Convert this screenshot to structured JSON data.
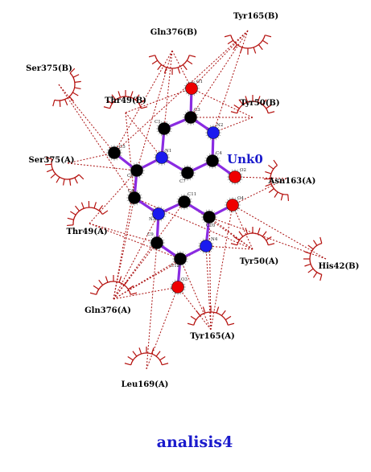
{
  "ligand": {
    "name": "Unk0",
    "atoms": [
      {
        "id": "O1",
        "label": "O1",
        "element": "O"
      },
      {
        "id": "C3",
        "label": "C3",
        "element": "C"
      },
      {
        "id": "C1",
        "label": "C1",
        "element": "C"
      },
      {
        "id": "N2",
        "label": "N2",
        "element": "N"
      },
      {
        "id": "N1",
        "label": "N1",
        "element": "N"
      },
      {
        "id": "C4",
        "label": "C4",
        "element": "C"
      },
      {
        "id": "C5",
        "label": "C5",
        "element": "C"
      },
      {
        "id": "C6",
        "label": "C6",
        "element": "C"
      },
      {
        "id": "O2",
        "label": "O2",
        "element": "O"
      },
      {
        "id": "C7",
        "label": "C7",
        "element": "C"
      },
      {
        "id": "C8",
        "label": "C8",
        "element": "C"
      },
      {
        "id": "C11",
        "label": "C11",
        "element": "C"
      },
      {
        "id": "O4",
        "label": "O4",
        "element": "O"
      },
      {
        "id": "N3",
        "label": "N3",
        "element": "N"
      },
      {
        "id": "C10",
        "label": "C10",
        "element": "C"
      },
      {
        "id": "C9",
        "label": "C9",
        "element": "C"
      },
      {
        "id": "N4",
        "label": "N4",
        "element": "N"
      },
      {
        "id": "C12",
        "label": "C12",
        "element": "C"
      },
      {
        "id": "O3",
        "label": "O3",
        "element": "O"
      }
    ]
  },
  "residues": [
    {
      "id": "tyr165b",
      "label": "Tyr165(B)"
    },
    {
      "id": "gln376b",
      "label": "Gln376(B)"
    },
    {
      "id": "ser375b",
      "label": "Ser375(B)"
    },
    {
      "id": "thr49b",
      "label": "Thr49(B)"
    },
    {
      "id": "tyr50b",
      "label": "Tyr50(B)"
    },
    {
      "id": "ser375a",
      "label": "Ser375(A)"
    },
    {
      "id": "asn163a",
      "label": "Asn163(A)"
    },
    {
      "id": "thr49a",
      "label": "Thr49(A)"
    },
    {
      "id": "tyr50a",
      "label": "Tyr50(A)"
    },
    {
      "id": "his42b",
      "label": "His42(B)"
    },
    {
      "id": "gln376a",
      "label": "Gln376(A)"
    },
    {
      "id": "tyr165a",
      "label": "Tyr165(A)"
    },
    {
      "id": "leu169a",
      "label": "Leu169(A)"
    }
  ],
  "caption": "analisis4",
  "colors": {
    "C": "#000000",
    "N": "#1a1aee",
    "O": "#ee0000",
    "bond": "#8a2be2",
    "contact": "#aa1111",
    "hydrophobic": "#b5120f"
  }
}
